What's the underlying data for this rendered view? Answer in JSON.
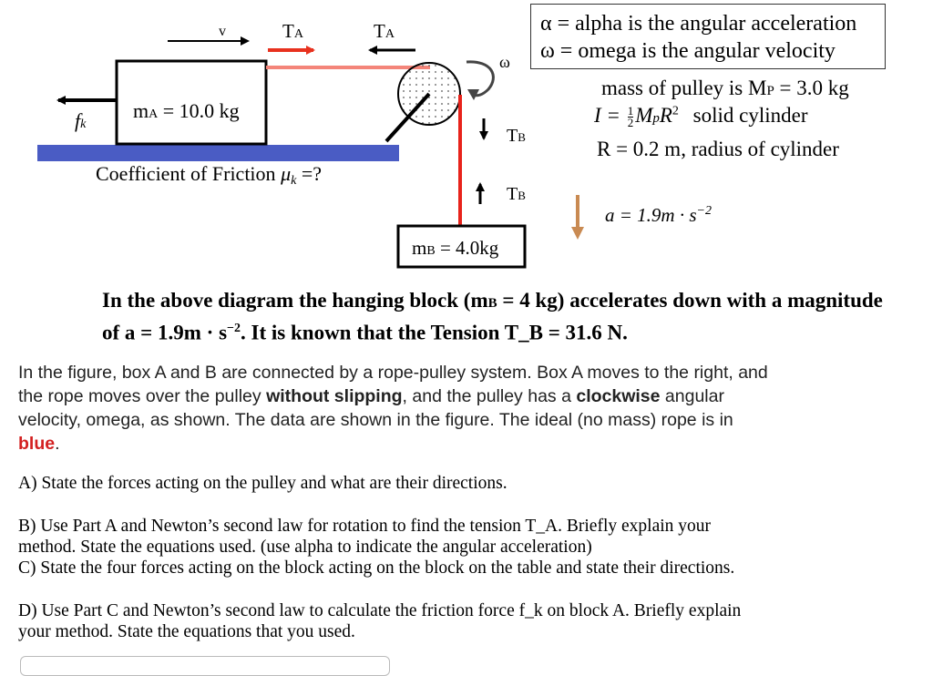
{
  "diagram": {
    "velocity_label": "v",
    "tension_a_left": "T",
    "tension_a_right": "T",
    "tension_a_sub": "A",
    "omega_label": "ω",
    "friction_label": "f",
    "friction_sub": "k",
    "block_a_label": "m",
    "block_a_sub": "A",
    "block_a_value": " = 10.0 kg",
    "block_b_label": "m",
    "block_b_sub": "B",
    "block_b_value": " = 4.0kg",
    "tension_b_upper": "T",
    "tension_b_lower": "T",
    "tension_b_sub": "B",
    "friction_coef_text": "Coefficient of Friction ",
    "friction_coef_symbol": "μ",
    "friction_coef_sub": "k",
    "friction_coef_tail": " =?",
    "accel_text": "a = 1.9m · s",
    "accel_exp": "−2"
  },
  "legend": {
    "line1": "α = alpha is the angular acceleration",
    "line2": "ω = omega is the angular velocity"
  },
  "pulley_info": {
    "mass_text": "mass of pulley is M",
    "mass_sub": "P",
    "mass_value": " = 3.0 kg",
    "inertia_text": "I = ",
    "inertia_num": "1",
    "inertia_den": "2",
    "inertia_formula": "M",
    "inertia_formula_sub": "p",
    "inertia_r": "R",
    "inertia_exp": "2",
    "inertia_desc": "solid cylinder",
    "radius_text": "R = 0.2 m, radius of cylinder"
  },
  "caption": {
    "part1": "In the above diagram the hanging block (m",
    "sub": "B",
    "part2": " = 4 kg) accelerates down with a magnitude",
    "part3": "of a = 1.9m · s",
    "exp": "−2",
    "part4": ". It is known that the Tension T_B = 31.6 N."
  },
  "description": {
    "s1": "In the figure, box A and B are connected by a rope-pulley system. Box A moves to the right, and the rope moves over the pulley ",
    "b1": "without slipping",
    "s2": ", and the pulley has a ",
    "b2": "clockwise",
    "s3": " angular velocity, omega, as shown. The data are shown in the figure. The ideal (no mass) rope is in ",
    "red": "blue",
    "s4": "."
  },
  "questions": {
    "a": "A) State the forces acting on the pulley and what are their directions.",
    "b": "B) Use Part A and Newton’s second law for rotation to find the tension T_A. Briefly explain your method. State the equations used. (use alpha to indicate the angular acceleration)",
    "c": "C) State the four forces acting on the block acting on the block on the table and state their directions.",
    "d": "D) Use Part C and Newton’s second law to calculate the friction force f_k on block A. Briefly explain your method. State the equations that you used."
  },
  "colors": {
    "table": "#4a5cc4",
    "rope_horizontal": "#f4857a",
    "rope_vertical": "#e8231b",
    "tension_a_right_arrow": "#e8311e",
    "accel_arrow": "#c98a52",
    "red_word": "#d32020"
  }
}
